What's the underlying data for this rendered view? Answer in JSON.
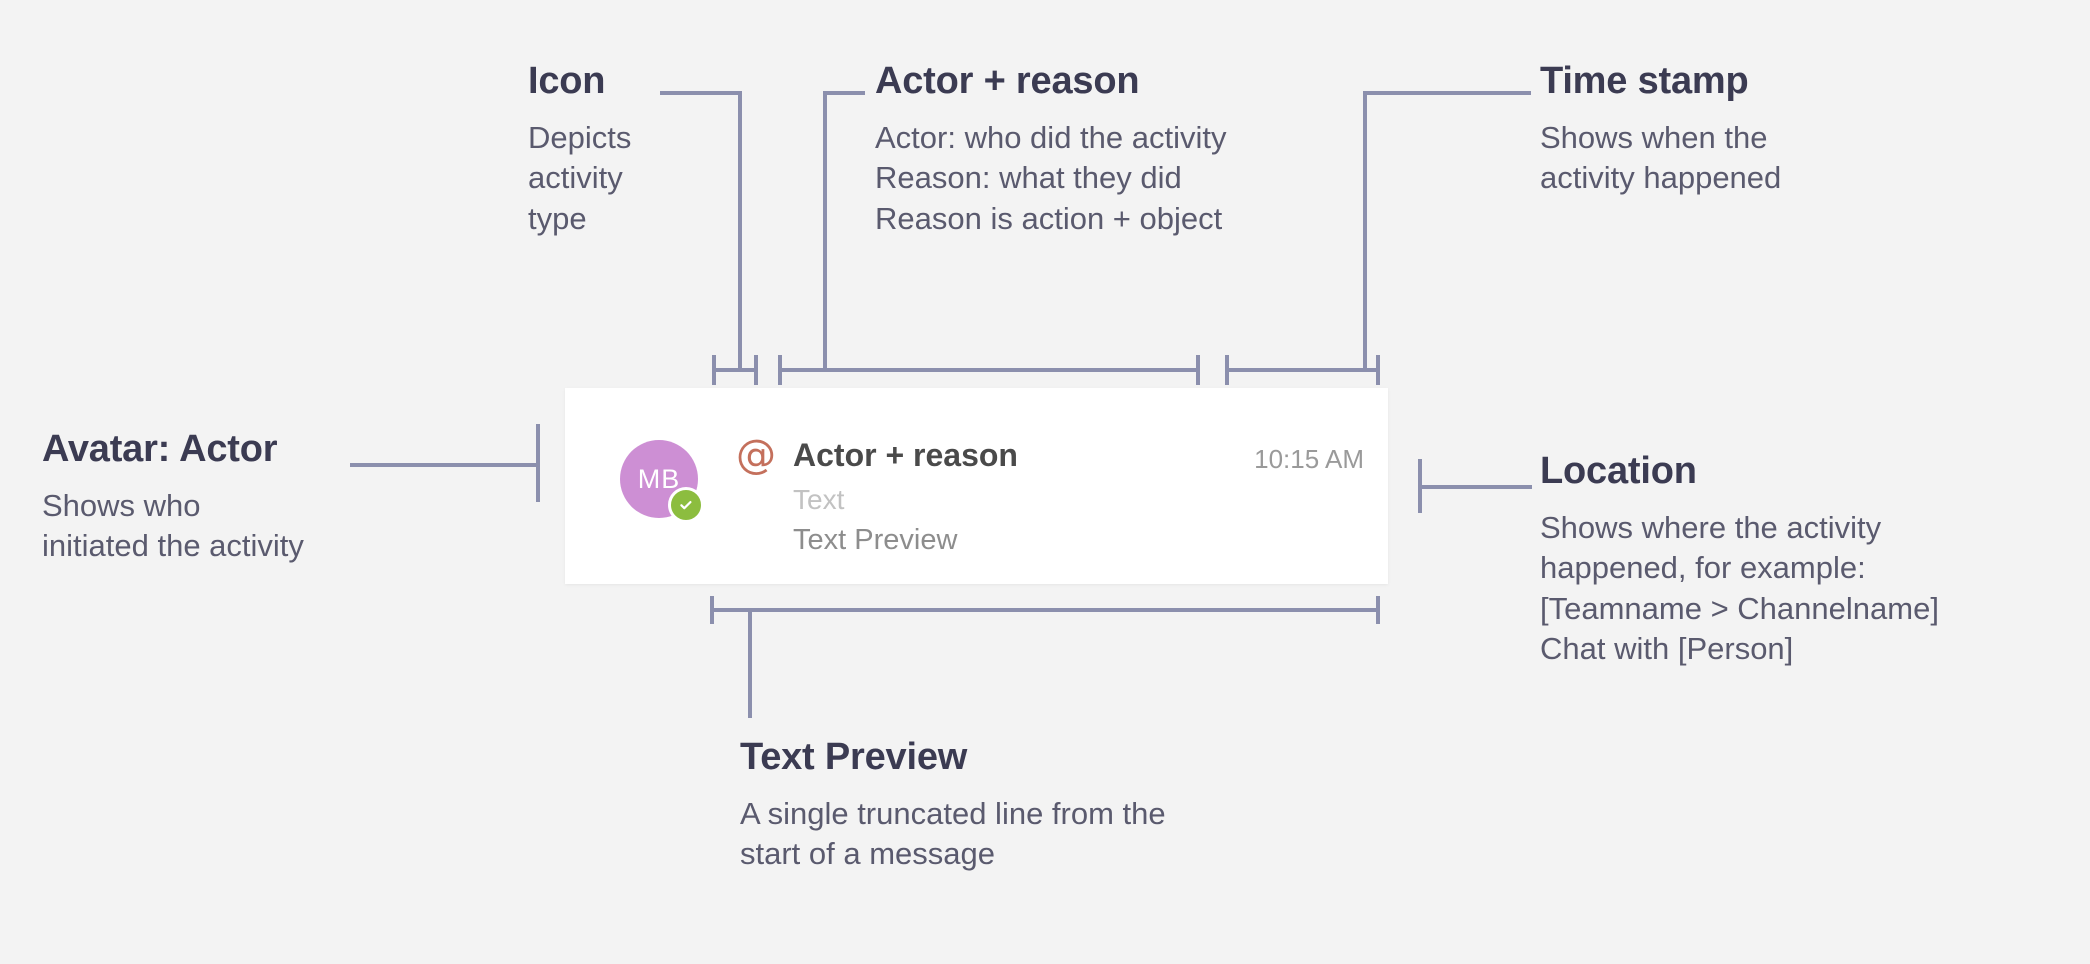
{
  "colors": {
    "background": "#f3f3f3",
    "card_background": "#ffffff",
    "connector": "#8b8fad",
    "heading": "#3b3b52",
    "body": "#5a5a6e",
    "avatar": "#cd8fd4",
    "presence": "#8cbd3f",
    "mention_icon": "#c4705c",
    "timestamp": "#9a9a9a"
  },
  "card": {
    "avatar": {
      "initials": "MB",
      "presence_status": "available",
      "presence_icon": "checkmark-icon"
    },
    "activity_icon": "mention-at-icon",
    "activity_icon_glyph": "@",
    "actor_reason": "Actor + reason",
    "timestamp": "10:15 AM",
    "location_text": "Text",
    "text_preview": "Text Preview"
  },
  "annotations": [
    {
      "id": "icon",
      "heading": "Icon",
      "body": [
        "Depicts",
        "activity",
        "type"
      ]
    },
    {
      "id": "actor-reason",
      "heading": "Actor + reason",
      "body": [
        "Actor: who did the activity",
        "Reason: what they did",
        "Reason is action + object"
      ]
    },
    {
      "id": "time-stamp",
      "heading": "Time stamp",
      "body": [
        "Shows when the",
        "activity happened"
      ]
    },
    {
      "id": "avatar-actor",
      "heading": "Avatar: Actor",
      "body": [
        "Shows who",
        "initiated the activity"
      ]
    },
    {
      "id": "location",
      "heading": "Location",
      "body": [
        "Shows where the activity",
        "happened, for example:",
        "[Teamname > Channelname]",
        "Chat with [Person]"
      ]
    },
    {
      "id": "text-preview",
      "heading": "Text Preview",
      "body": [
        "A single truncated line from the",
        "start of a message"
      ]
    }
  ]
}
